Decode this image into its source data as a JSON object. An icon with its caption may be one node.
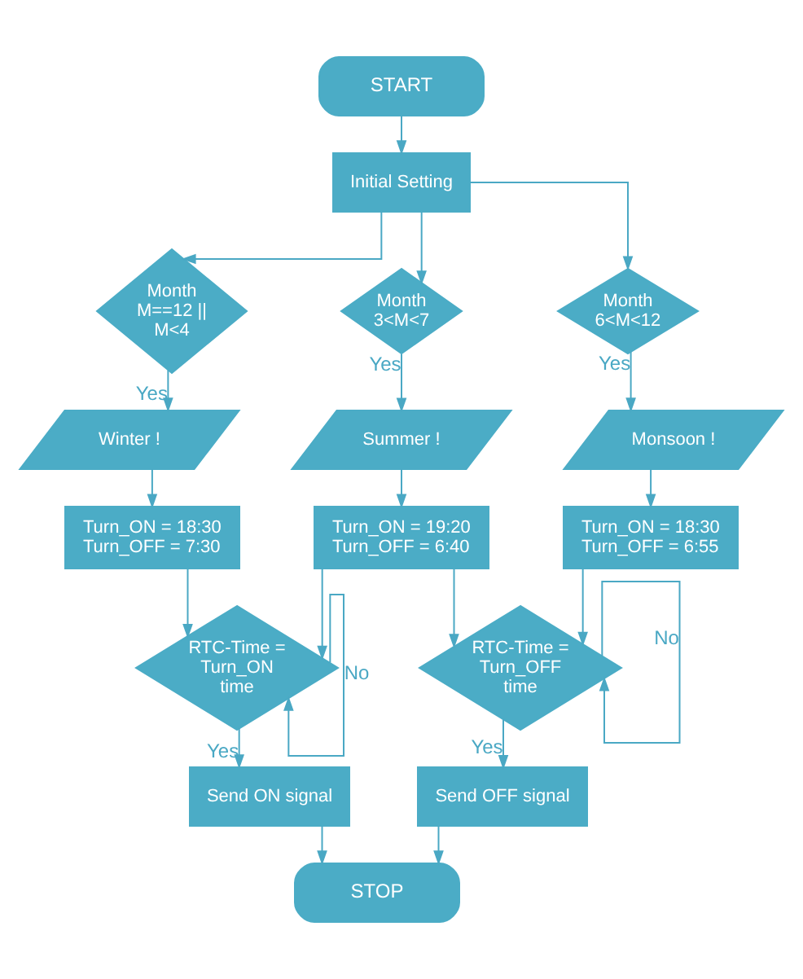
{
  "diagram": {
    "nodes": [
      {
        "text": [
          "START"
        ]
      },
      {
        "text": [
          "Initial Setting"
        ]
      },
      {
        "text": [
          "Month M==12 || M<4"
        ]
      },
      {
        "text": [
          "Month 3<M<7"
        ]
      },
      {
        "text": [
          "Month 6<M<12"
        ]
      },
      {
        "text": [
          "Winter !"
        ]
      },
      {
        "text": [
          "Summer !"
        ]
      },
      {
        "text": [
          "Monsoon !"
        ]
      },
      {
        "text": [
          "Turn_ON = 18:30",
          "Turn_OFF = 7:30"
        ]
      },
      {
        "text": [
          "Turn_ON = 19:20",
          "Turn_OFF = 6:40"
        ]
      },
      {
        "text": [
          "Turn_ON = 18:30",
          "Turn_OFF = 6:55"
        ]
      },
      {
        "text": [
          "RTC-Time = Turn_ON time"
        ]
      },
      {
        "text": [
          "RTC-Time = Turn_OFF time"
        ]
      },
      {
        "text": [
          "Send ON signal"
        ]
      },
      {
        "text": [
          "Send OFF signal"
        ]
      },
      {
        "text": [
          "STOP"
        ]
      }
    ],
    "edges": [
      {
        "from": 0,
        "to": 1,
        "arrow": "to"
      },
      {
        "from": 1,
        "to": 2,
        "arrow": "to"
      },
      {
        "from": 1,
        "to": 3,
        "arrow": "to"
      },
      {
        "from": 1,
        "to": 4,
        "arrow": "to"
      },
      {
        "from": 2,
        "to": 5,
        "arrow": "to",
        "label": "Yes"
      },
      {
        "from": 3,
        "to": 6,
        "arrow": "to",
        "label": "Yes"
      },
      {
        "from": 4,
        "to": 7,
        "arrow": "to",
        "label": "Yes"
      },
      {
        "from": 5,
        "to": 8,
        "arrow": "to"
      },
      {
        "from": 6,
        "to": 9,
        "arrow": "to"
      },
      {
        "from": 7,
        "to": 10,
        "arrow": "to"
      },
      {
        "from": 8,
        "to": 11,
        "arrow": "to"
      },
      {
        "from": 9,
        "to": 11,
        "arrow": "to"
      },
      {
        "from": 9,
        "to": 12,
        "arrow": "to"
      },
      {
        "from": 10,
        "to": 12,
        "arrow": "to"
      },
      {
        "from": 11,
        "to": 11,
        "arrow": "to",
        "label": "No"
      },
      {
        "from": 12,
        "to": 12,
        "arrow": "to",
        "label": "No"
      },
      {
        "from": 11,
        "to": 13,
        "arrow": "to",
        "label": "Yes"
      },
      {
        "from": 12,
        "to": 14,
        "arrow": "to",
        "label": "Yes"
      },
      {
        "from": 13,
        "to": 15,
        "arrow": "to"
      },
      {
        "from": 14,
        "to": 15,
        "arrow": "to"
      }
    ]
  }
}
